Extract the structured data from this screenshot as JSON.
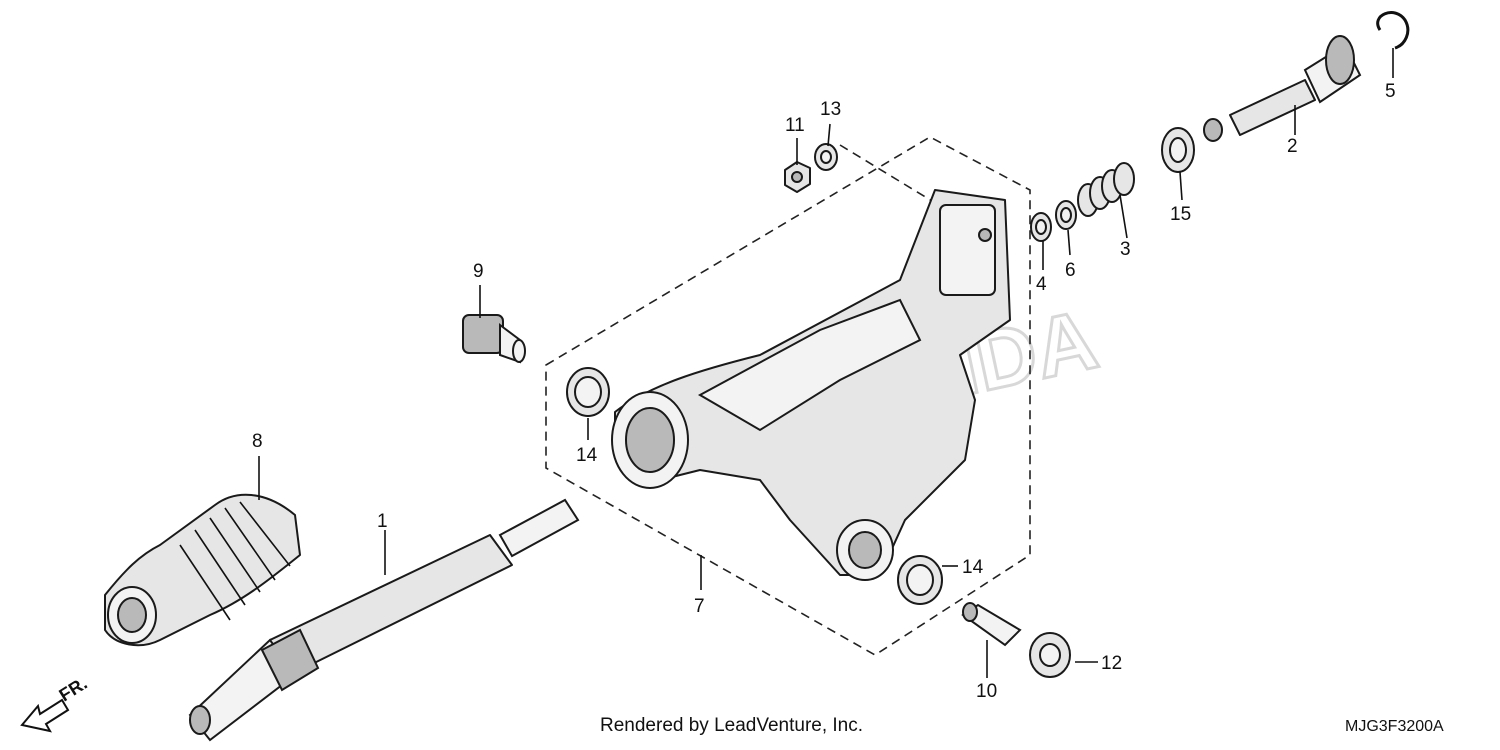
{
  "diagram": {
    "callouts": {
      "c1": "1",
      "c2": "2",
      "c3": "3",
      "c4": "4",
      "c5": "5",
      "c6": "6",
      "c7": "7",
      "c8": "8",
      "c9": "9",
      "c10": "10",
      "c11": "11",
      "c12": "12",
      "c13": "13",
      "c14a": "14",
      "c14b": "14",
      "c15": "15"
    },
    "front_indicator": "FR.",
    "footer_text": "Rendered by LeadVenture, Inc.",
    "diagram_code": "MJG3F3200A",
    "watermark_text": "HONDA"
  }
}
